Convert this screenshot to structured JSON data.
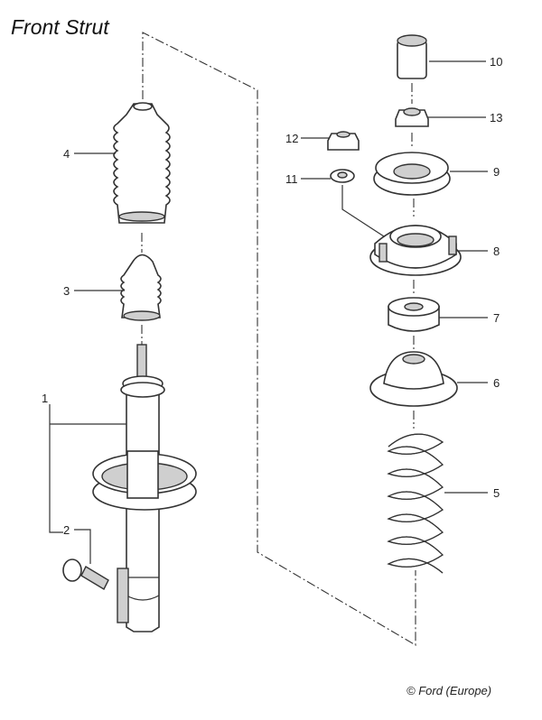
{
  "title": "Front Strut",
  "copyright": "© Ford (Europe)",
  "labels": {
    "p1": "1",
    "p2": "2",
    "p3": "3",
    "p4": "4",
    "p5": "5",
    "p6": "6",
    "p7": "7",
    "p8": "8",
    "p9": "9",
    "p10": "10",
    "p11": "11",
    "p12": "12",
    "p13": "13"
  }
}
